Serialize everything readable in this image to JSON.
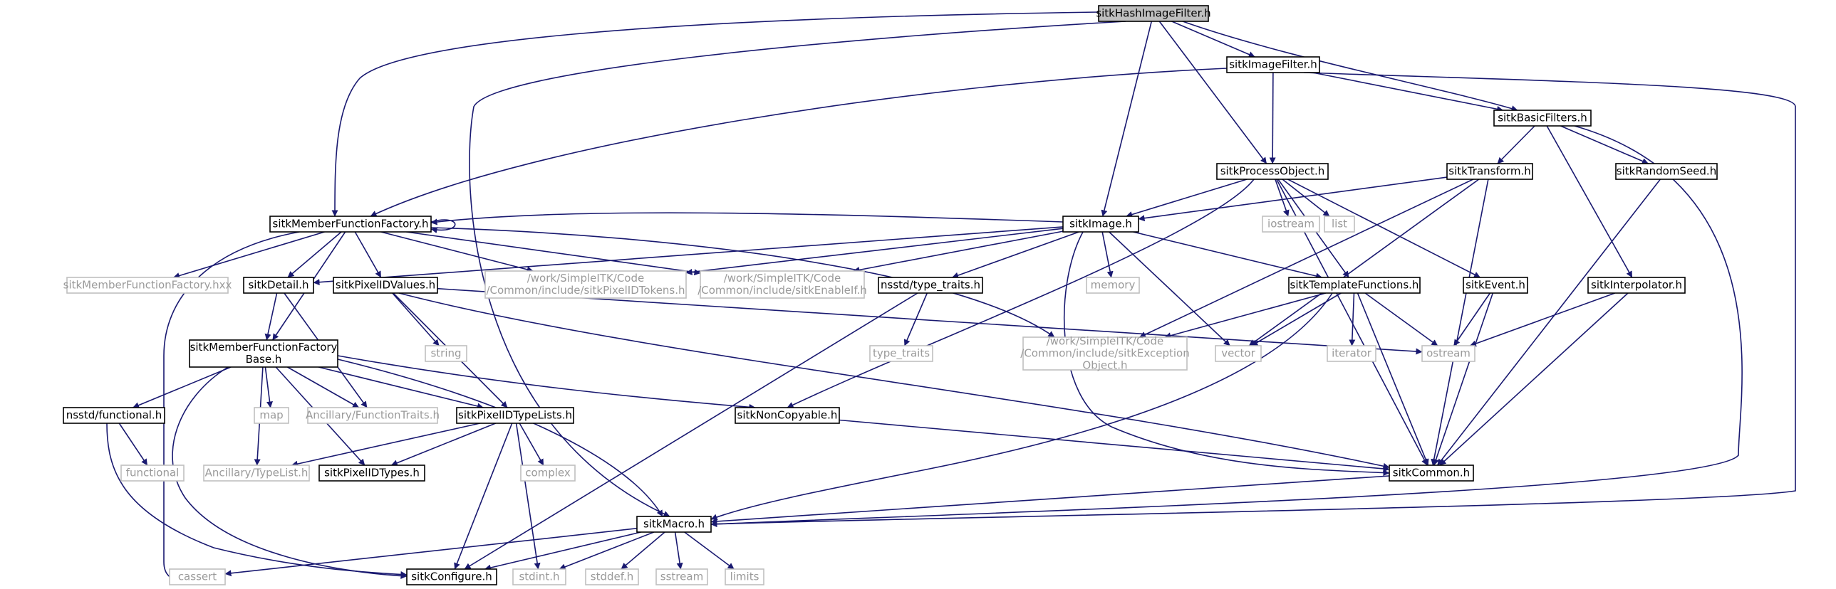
{
  "colors": {
    "edge": "#191970",
    "root_fill": "#bfbfbf",
    "node_border": "#000000",
    "system_border": "#bfbfbf",
    "system_text": "#9a9a9a",
    "text": "#000000"
  },
  "nodes": [
    {
      "id": "hash",
      "label": [
        "sitkHashImageFilter.h"
      ],
      "kind": "root"
    },
    {
      "id": "imagefilter",
      "label": [
        "sitkImageFilter.h"
      ],
      "kind": "local"
    },
    {
      "id": "basicfilters",
      "label": [
        "sitkBasicFilters.h"
      ],
      "kind": "local"
    },
    {
      "id": "processobject",
      "label": [
        "sitkProcessObject.h"
      ],
      "kind": "local"
    },
    {
      "id": "transform",
      "label": [
        "sitkTransform.h"
      ],
      "kind": "local"
    },
    {
      "id": "randomseed",
      "label": [
        "sitkRandomSeed.h"
      ],
      "kind": "local"
    },
    {
      "id": "mff",
      "label": [
        "sitkMemberFunctionFactory.h"
      ],
      "kind": "local"
    },
    {
      "id": "image",
      "label": [
        "sitkImage.h"
      ],
      "kind": "local"
    },
    {
      "id": "iostream",
      "label": [
        "iostream"
      ],
      "kind": "system"
    },
    {
      "id": "list",
      "label": [
        "list"
      ],
      "kind": "system"
    },
    {
      "id": "mffhxx",
      "label": [
        "sitkMemberFunctionFactory.hxx"
      ],
      "kind": "system"
    },
    {
      "id": "detail",
      "label": [
        "sitkDetail.h"
      ],
      "kind": "local"
    },
    {
      "id": "pixelidvalues",
      "label": [
        "sitkPixelIDValues.h"
      ],
      "kind": "local"
    },
    {
      "id": "pixelidtokens",
      "label": [
        "/work/SimpleITK/Code",
        "/Common/include/sitkPixelIDTokens.h"
      ],
      "kind": "system"
    },
    {
      "id": "enableif",
      "label": [
        "/work/SimpleITK/Code",
        "/Common/include/sitkEnableIf.h"
      ],
      "kind": "system"
    },
    {
      "id": "memory",
      "label": [
        "memory"
      ],
      "kind": "system"
    },
    {
      "id": "nsstdtt",
      "label": [
        "nsstd/type_traits.h"
      ],
      "kind": "local"
    },
    {
      "id": "templatefunctions",
      "label": [
        "sitkTemplateFunctions.h"
      ],
      "kind": "local"
    },
    {
      "id": "event",
      "label": [
        "sitkEvent.h"
      ],
      "kind": "local"
    },
    {
      "id": "interpolator",
      "label": [
        "sitkInterpolator.h"
      ],
      "kind": "local"
    },
    {
      "id": "string",
      "label": [
        "string"
      ],
      "kind": "system"
    },
    {
      "id": "typetraits",
      "label": [
        "type_traits"
      ],
      "kind": "system"
    },
    {
      "id": "exceptionobject",
      "label": [
        "/work/SimpleITK/Code",
        "/Common/include/sitkException",
        "Object.h"
      ],
      "kind": "system"
    },
    {
      "id": "vector",
      "label": [
        "vector"
      ],
      "kind": "system"
    },
    {
      "id": "iterator",
      "label": [
        "iterator"
      ],
      "kind": "system"
    },
    {
      "id": "ostream",
      "label": [
        "ostream"
      ],
      "kind": "system"
    },
    {
      "id": "mffbase",
      "label": [
        "sitkMemberFunctionFactory",
        "Base.h"
      ],
      "kind": "local"
    },
    {
      "id": "map",
      "label": [
        "map"
      ],
      "kind": "system"
    },
    {
      "id": "functraits",
      "label": [
        "Ancillary/FunctionTraits.h"
      ],
      "kind": "system"
    },
    {
      "id": "pixelidtypelists",
      "label": [
        "sitkPixelIDTypeLists.h"
      ],
      "kind": "local"
    },
    {
      "id": "noncopyable",
      "label": [
        "sitkNonCopyable.h"
      ],
      "kind": "local"
    },
    {
      "id": "nsstdfunc",
      "label": [
        "nsstd/functional.h"
      ],
      "kind": "local"
    },
    {
      "id": "functional",
      "label": [
        "functional"
      ],
      "kind": "system"
    },
    {
      "id": "typelist",
      "label": [
        "Ancillary/TypeList.h"
      ],
      "kind": "system"
    },
    {
      "id": "pixelidtypes",
      "label": [
        "sitkPixelIDTypes.h"
      ],
      "kind": "local"
    },
    {
      "id": "complex",
      "label": [
        "complex"
      ],
      "kind": "system"
    },
    {
      "id": "common",
      "label": [
        "sitkCommon.h"
      ],
      "kind": "local"
    },
    {
      "id": "macro",
      "label": [
        "sitkMacro.h"
      ],
      "kind": "local"
    },
    {
      "id": "cassert",
      "label": [
        "cassert"
      ],
      "kind": "system"
    },
    {
      "id": "configure",
      "label": [
        "sitkConfigure.h"
      ],
      "kind": "local"
    },
    {
      "id": "stdint",
      "label": [
        "stdint.h"
      ],
      "kind": "system"
    },
    {
      "id": "stddef",
      "label": [
        "stddef.h"
      ],
      "kind": "system"
    },
    {
      "id": "sstream",
      "label": [
        "sstream"
      ],
      "kind": "system"
    },
    {
      "id": "limits",
      "label": [
        "limits"
      ],
      "kind": "system"
    }
  ],
  "edges": [
    [
      "hash",
      "imagefilter"
    ],
    [
      "hash",
      "basicfilters"
    ],
    [
      "hash",
      "processobject"
    ],
    [
      "hash",
      "image"
    ],
    [
      "hash",
      "mff"
    ],
    [
      "hash",
      "macro"
    ],
    [
      "imagefilter",
      "basicfilters"
    ],
    [
      "imagefilter",
      "processobject"
    ],
    [
      "imagefilter",
      "mff"
    ],
    [
      "imagefilter",
      "macro"
    ],
    [
      "basicfilters",
      "transform"
    ],
    [
      "basicfilters",
      "randomseed"
    ],
    [
      "basicfilters",
      "interpolator"
    ],
    [
      "basicfilters",
      "macro"
    ],
    [
      "processobject",
      "image"
    ],
    [
      "processobject",
      "iostream"
    ],
    [
      "processobject",
      "list"
    ],
    [
      "processobject",
      "templatefunctions"
    ],
    [
      "processobject",
      "event"
    ],
    [
      "processobject",
      "common"
    ],
    [
      "processobject",
      "noncopyable"
    ],
    [
      "transform",
      "image"
    ],
    [
      "transform",
      "exceptionobject"
    ],
    [
      "transform",
      "vector"
    ],
    [
      "transform",
      "common"
    ],
    [
      "randomseed",
      "common"
    ],
    [
      "mff",
      "mff"
    ],
    [
      "mff",
      "mffhxx"
    ],
    [
      "mff",
      "detail"
    ],
    [
      "mff",
      "pixelidvalues"
    ],
    [
      "mff",
      "pixelidtokens"
    ],
    [
      "mff",
      "enableif"
    ],
    [
      "mff",
      "exceptionobject"
    ],
    [
      "mff",
      "mffbase"
    ],
    [
      "mff",
      "cassert"
    ],
    [
      "image",
      "mff"
    ],
    [
      "image",
      "detail"
    ],
    [
      "image",
      "pixelidtokens"
    ],
    [
      "image",
      "enableif"
    ],
    [
      "image",
      "memory"
    ],
    [
      "image",
      "nsstdtt"
    ],
    [
      "image",
      "templatefunctions"
    ],
    [
      "image",
      "vector"
    ],
    [
      "image",
      "common"
    ],
    [
      "detail",
      "mffbase"
    ],
    [
      "detail",
      "functraits"
    ],
    [
      "pixelidvalues",
      "string"
    ],
    [
      "pixelidvalues",
      "pixelidtypelists"
    ],
    [
      "pixelidvalues",
      "ostream"
    ],
    [
      "pixelidvalues",
      "common"
    ],
    [
      "nsstdtt",
      "typetraits"
    ],
    [
      "nsstdtt",
      "configure"
    ],
    [
      "templatefunctions",
      "exceptionobject"
    ],
    [
      "templatefunctions",
      "vector"
    ],
    [
      "templatefunctions",
      "iterator"
    ],
    [
      "templatefunctions",
      "ostream"
    ],
    [
      "templatefunctions",
      "common"
    ],
    [
      "templatefunctions",
      "macro"
    ],
    [
      "event",
      "ostream"
    ],
    [
      "event",
      "common"
    ],
    [
      "interpolator",
      "ostream"
    ],
    [
      "interpolator",
      "common"
    ],
    [
      "mffbase",
      "map"
    ],
    [
      "mffbase",
      "functraits"
    ],
    [
      "mffbase",
      "pixelidtypelists"
    ],
    [
      "mffbase",
      "noncopyable"
    ],
    [
      "mffbase",
      "nsstdfunc"
    ],
    [
      "mffbase",
      "typelist"
    ],
    [
      "mffbase",
      "pixelidtypes"
    ],
    [
      "mffbase",
      "macro"
    ],
    [
      "mffbase",
      "configure"
    ],
    [
      "pixelidtypelists",
      "typelist"
    ],
    [
      "pixelidtypelists",
      "pixelidtypes"
    ],
    [
      "pixelidtypelists",
      "complex"
    ],
    [
      "pixelidtypelists",
      "configure"
    ],
    [
      "pixelidtypelists",
      "stdint"
    ],
    [
      "noncopyable",
      "common"
    ],
    [
      "nsstdfunc",
      "functional"
    ],
    [
      "nsstdfunc",
      "configure"
    ],
    [
      "common",
      "macro"
    ],
    [
      "macro",
      "cassert"
    ],
    [
      "macro",
      "configure"
    ],
    [
      "macro",
      "stdint"
    ],
    [
      "macro",
      "stddef"
    ],
    [
      "macro",
      "sstream"
    ],
    [
      "macro",
      "limits"
    ]
  ]
}
